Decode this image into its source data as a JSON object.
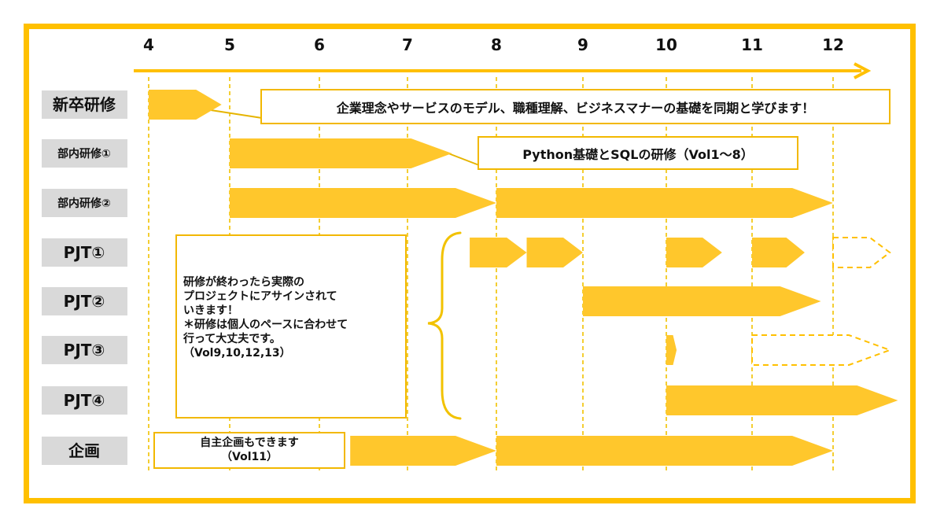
{
  "months": [
    "4",
    "5",
    "6",
    "7",
    "8",
    "9",
    "10",
    "11",
    "12"
  ],
  "rows": [
    {
      "label": "新卒研修"
    },
    {
      "label": "部内研修①"
    },
    {
      "label": "部内研修②"
    },
    {
      "label": "PJT①"
    },
    {
      "label": "PJT②"
    },
    {
      "label": "PJT③"
    },
    {
      "label": "PJT④"
    },
    {
      "label": "企画"
    }
  ],
  "notes": {
    "shinsotsu": "企業理念やサービスのモデル、職種理解、ビジネスマナーの基礎を同期と学びます！",
    "python": "Python基礎とSQLの研修（Vol1～8）",
    "pjt_lines": [
      "研修が終わったら実際の",
      "プロジェクトにアサインされて",
      "いきます！",
      "＊研修は個人のペースに合わせて",
      "行って大丈夫です。",
      "（Vol9,10,12,13）"
    ],
    "kikaku_lines": [
      "自主企画もできます",
      "（Vol11）"
    ]
  },
  "bars": [
    {
      "row": 0,
      "start": 4.0,
      "end": 4.9,
      "style": "solid"
    },
    {
      "row": 1,
      "start": 5.0,
      "end": 7.5,
      "style": "solid"
    },
    {
      "row": 2,
      "start": 5.0,
      "end": 8.0,
      "style": "solid"
    },
    {
      "row": 2,
      "start": 8.0,
      "end": 12.0,
      "style": "solid"
    },
    {
      "row": 3,
      "start": 7.7,
      "end": 8.35,
      "style": "solid"
    },
    {
      "row": 3,
      "start": 8.35,
      "end": 9.0,
      "style": "solid"
    },
    {
      "row": 3,
      "start": 10.0,
      "end": 10.65,
      "style": "solid"
    },
    {
      "row": 3,
      "start": 11.0,
      "end": 11.65,
      "style": "solid"
    },
    {
      "row": 3,
      "start": 12.0,
      "end": 12.7,
      "style": "dashed"
    },
    {
      "row": 4,
      "start": 9.0,
      "end": 11.85,
      "style": "solid"
    },
    {
      "row": 5,
      "start": 10.0,
      "end": 10.12,
      "style": "solid"
    },
    {
      "row": 5,
      "start": 11.0,
      "end": 12.7,
      "style": "dashed"
    },
    {
      "row": 6,
      "start": 10.0,
      "end": 12.8,
      "style": "solid"
    },
    {
      "row": 7,
      "start": 6.35,
      "end": 8.0,
      "style": "solid"
    },
    {
      "row": 7,
      "start": 8.0,
      "end": 12.0,
      "style": "solid"
    }
  ],
  "colors": {
    "accent": "#ffc000",
    "bar": "#ffc72c",
    "label_bg": "#d9d9d9",
    "grid": "#f2c200"
  }
}
